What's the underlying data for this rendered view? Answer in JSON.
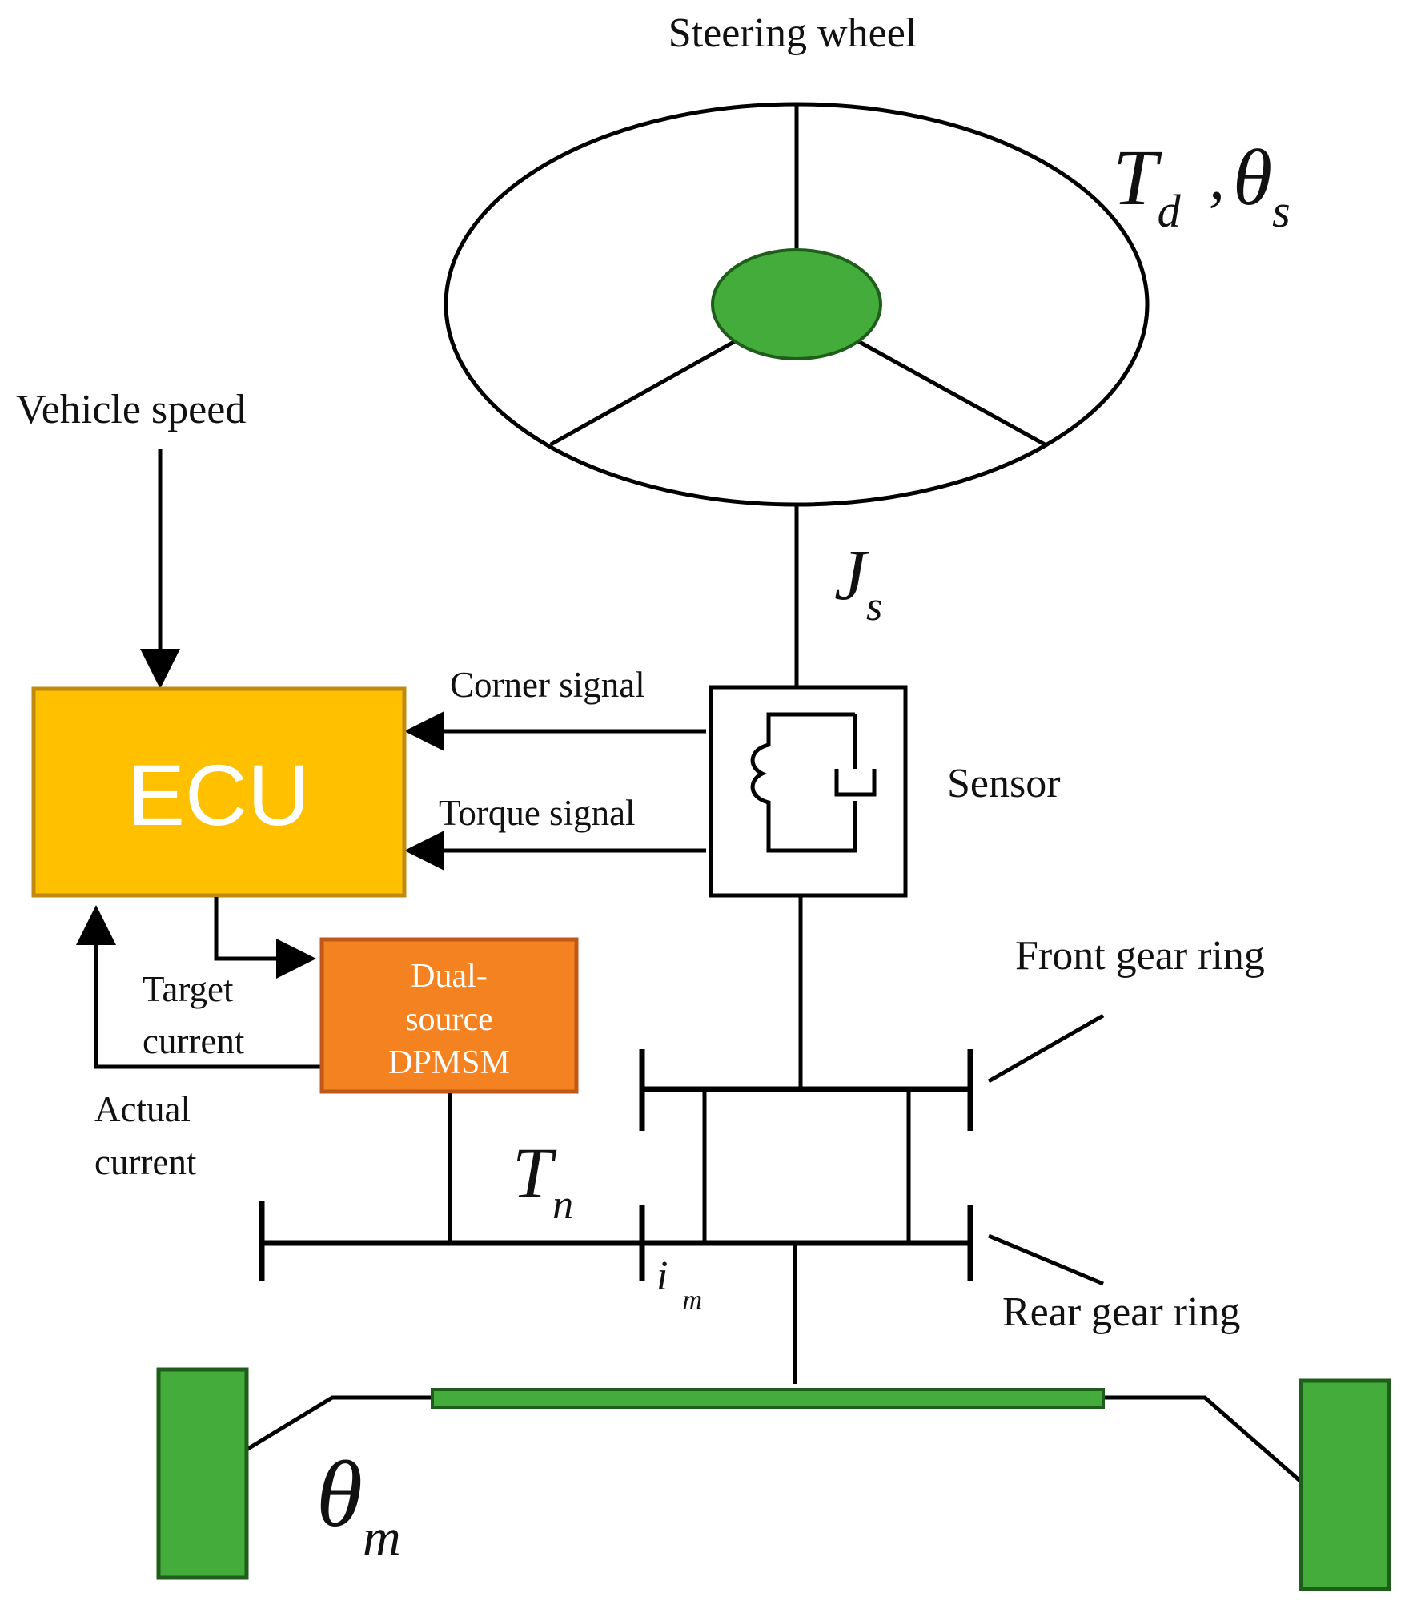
{
  "steering_wheel": {
    "label": "Steering wheel"
  },
  "symbols": {
    "Td_base": "T",
    "Td_sub": "d",
    "comma": ",",
    "theta_s_base": "θ",
    "theta_s_sub": "s",
    "Js_base": "J",
    "Js_sub": "s",
    "Tn_base": "T",
    "Tn_sub": "n",
    "im_base": "i",
    "im_sub": "m",
    "theta_m_base": "θ",
    "theta_m_sub": "m"
  },
  "inputs": {
    "vehicle_speed": "Vehicle speed"
  },
  "ecu": {
    "label": "ECU"
  },
  "signals": {
    "corner": "Corner signal",
    "torque": "Torque signal",
    "target_current_1": "Target",
    "target_current_2": "current",
    "actual_current_1": "Actual",
    "actual_current_2": "current"
  },
  "sensor": {
    "label": "Sensor"
  },
  "motor": {
    "line1": "Dual-",
    "line2": "source",
    "line3": "DPMSM"
  },
  "gears": {
    "front": "Front gear ring",
    "rear": "Rear gear ring"
  },
  "colors": {
    "ecu_fill": "#FFC000",
    "ecu_border": "#C08A10",
    "motor_fill": "#F58220",
    "motor_border": "#C0581A",
    "green": "#43AC3B",
    "green_border": "#1E5E1A"
  }
}
